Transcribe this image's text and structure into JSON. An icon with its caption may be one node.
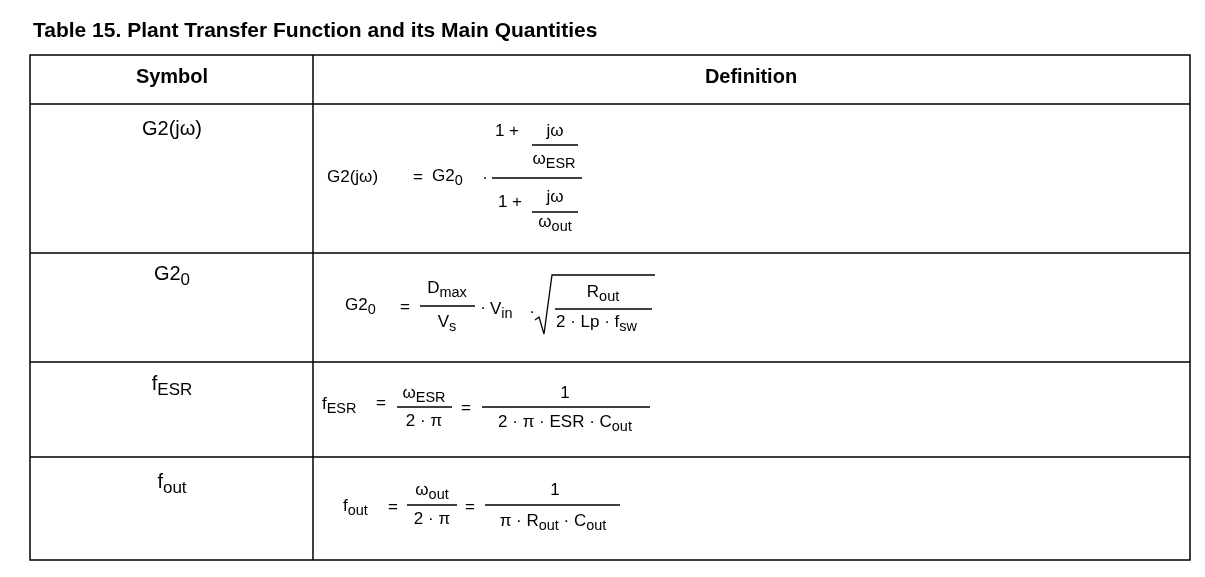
{
  "diagram": {
    "title": "Table 15. Plant Transfer Function and its Main Quantities",
    "labels": [
      "Symbol",
      "Definition",
      "G2(jω)",
      "G2(jω)",
      "=",
      "G2$_{0}$",
      "·",
      "1 +",
      "jω",
      "ω$_{ESR}$",
      "1 +",
      "jω",
      "ω$_{out}$",
      "G2$_{0}$",
      "G2$_{0}$",
      "=",
      "D$_{max}$",
      "V$_{s}$",
      "·",
      "V$_{in}$",
      "·",
      "R$_{out}$",
      "2 · Lp · f$_{sw}$",
      "f$_{ESR}$",
      "f$_{ESR}$",
      "=",
      "ω$_{ESR}$",
      "2 · π",
      "=",
      "1",
      "2 · π · ESR · C$_{out}$",
      "f$_{out}$",
      "f$_{out}$",
      "=",
      "ω$_{out}$",
      "2 · π",
      "=",
      "1",
      "π · R$_{out}$ · C$_{out}$"
    ]
  }
}
